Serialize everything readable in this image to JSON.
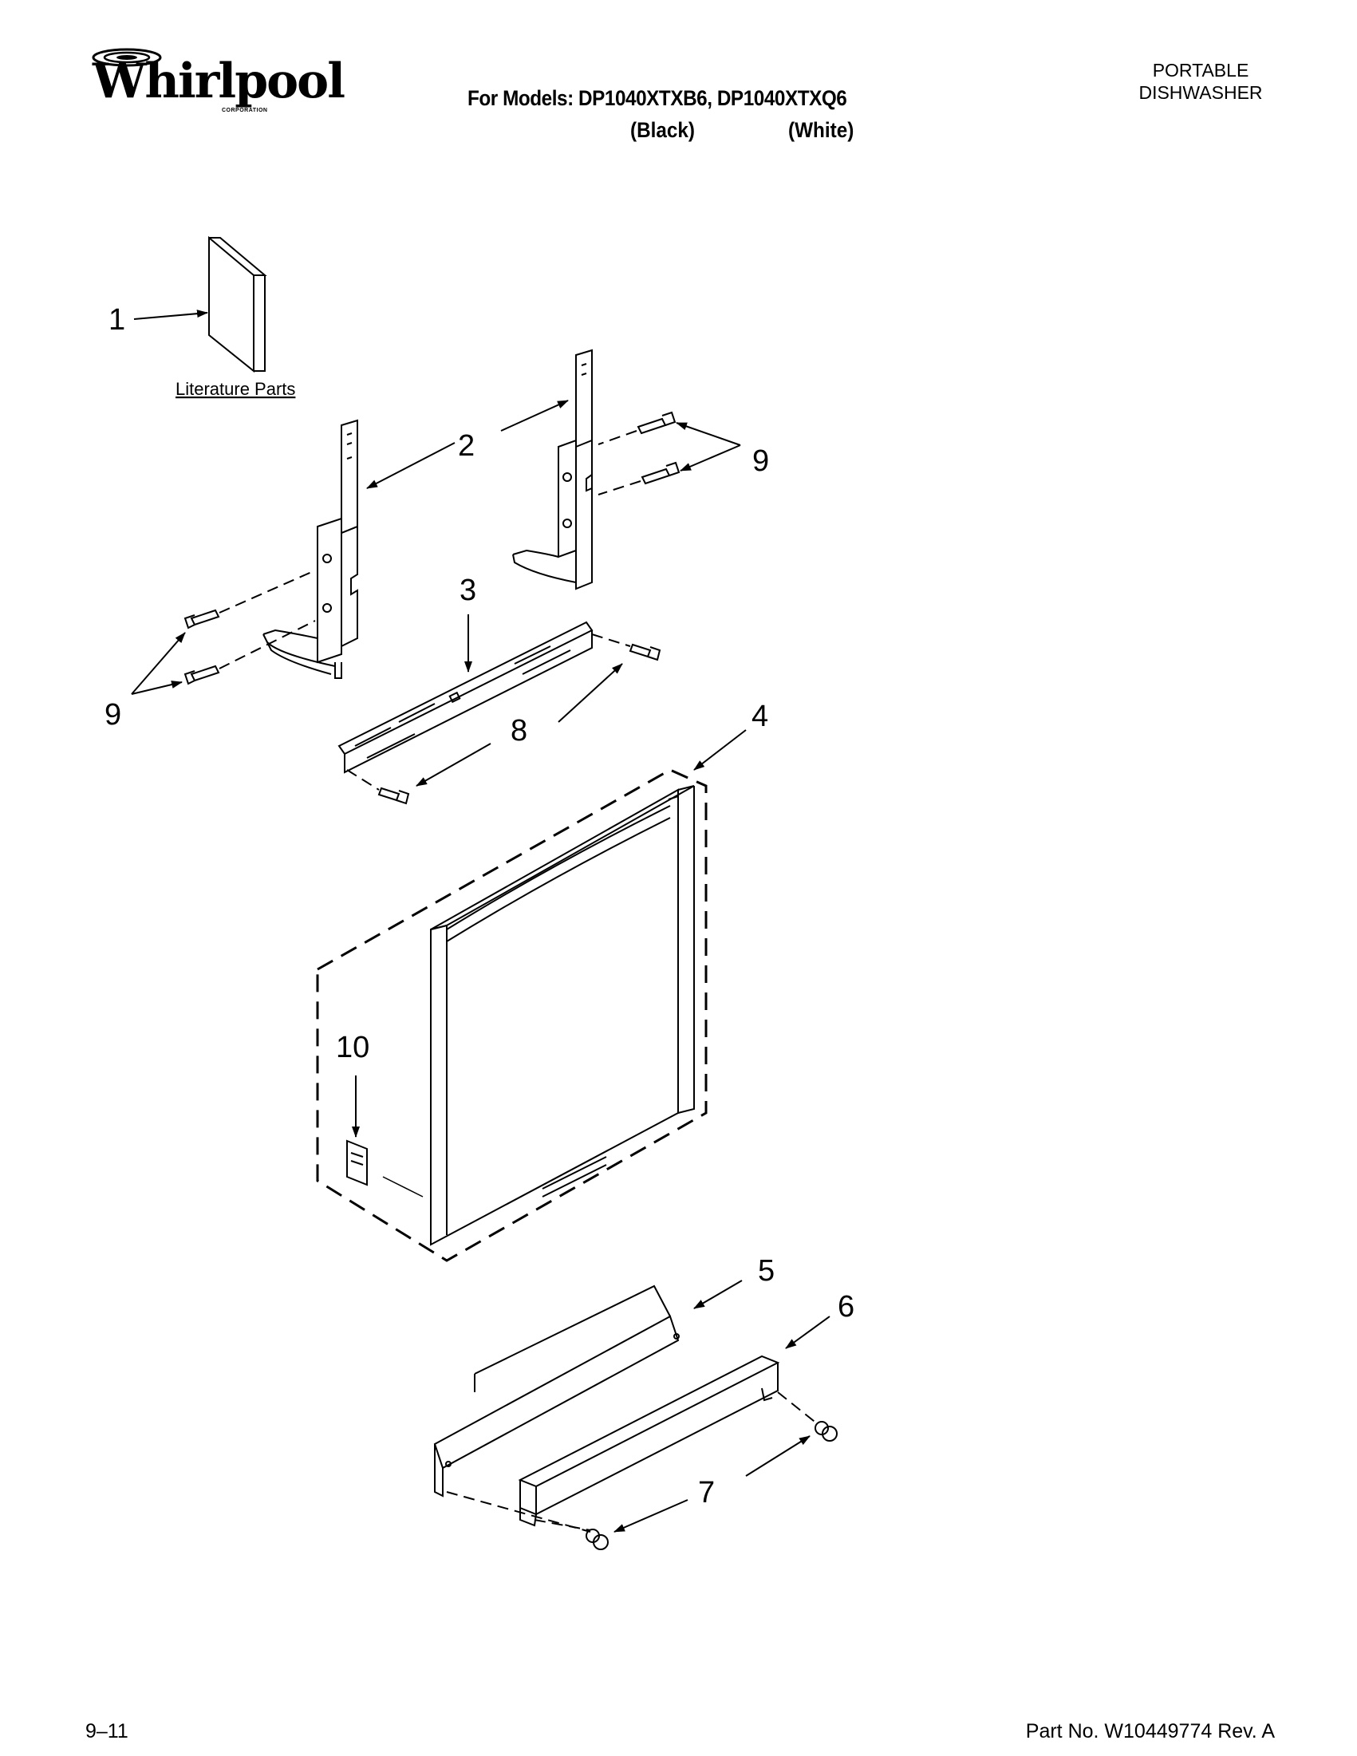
{
  "header": {
    "brand": "Whirlpool",
    "brand_sub": "CORPORATION",
    "models_line": "For Models: DP1040XTXB6, DP1040XTXQ6",
    "color_1": "(Black)",
    "color_2": "(White)",
    "product_line1": "PORTABLE",
    "product_line2": "DISHWASHER"
  },
  "diagram": {
    "literature_label": "Literature Parts",
    "callouts": {
      "c1": "1",
      "c2": "2",
      "c3": "3",
      "c4": "4",
      "c5": "5",
      "c6": "6",
      "c7": "7",
      "c8": "8",
      "c9a": "9",
      "c9b": "9",
      "c10": "10"
    }
  },
  "footer": {
    "date_code": "9–11",
    "part_no": "Part No. W10449774 Rev. A"
  }
}
